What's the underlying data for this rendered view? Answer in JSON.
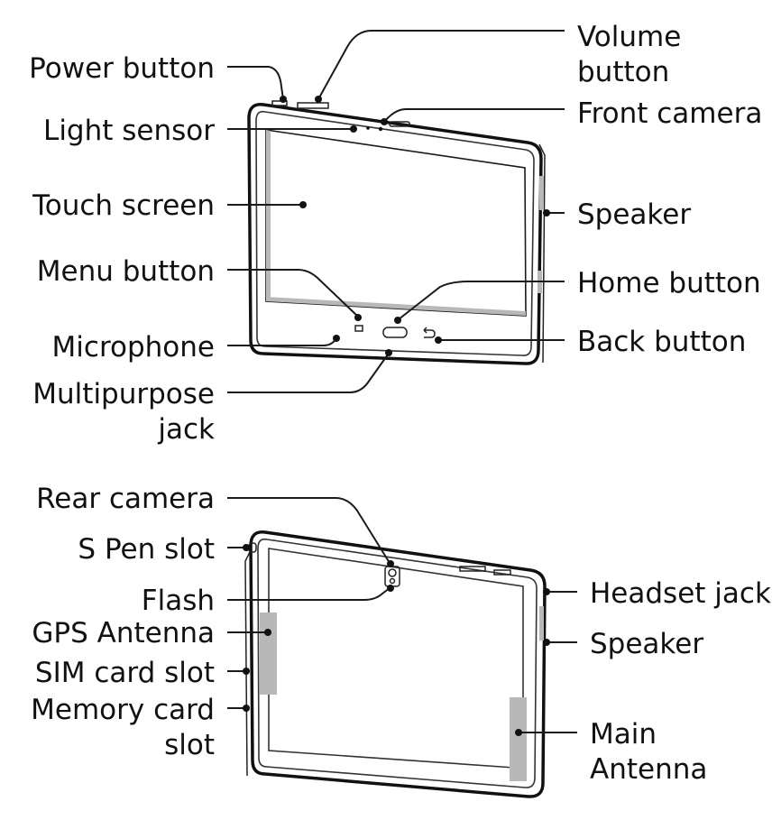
{
  "front_labels": {
    "power_button": "Power button",
    "volume_button": [
      "Volume",
      "button"
    ],
    "light_sensor": "Light sensor",
    "front_camera": "Front camera",
    "touch_screen": "Touch screen",
    "speaker": "Speaker",
    "menu_button": "Menu button",
    "home_button": "Home button",
    "microphone": "Microphone",
    "back_button": "Back button",
    "multipurpose_jack": [
      "Multipurpose",
      "jack"
    ]
  },
  "rear_labels": {
    "rear_camera": "Rear camera",
    "s_pen_slot": "S Pen slot",
    "flash": "Flash",
    "headset_jack": "Headset jack",
    "gps_antenna": "GPS Antenna",
    "speaker": "Speaker",
    "sim_card_slot": "SIM card slot",
    "memory_card_slot": [
      "Memory card",
      "slot"
    ],
    "main_antenna": [
      "Main",
      "Antenna"
    ]
  }
}
